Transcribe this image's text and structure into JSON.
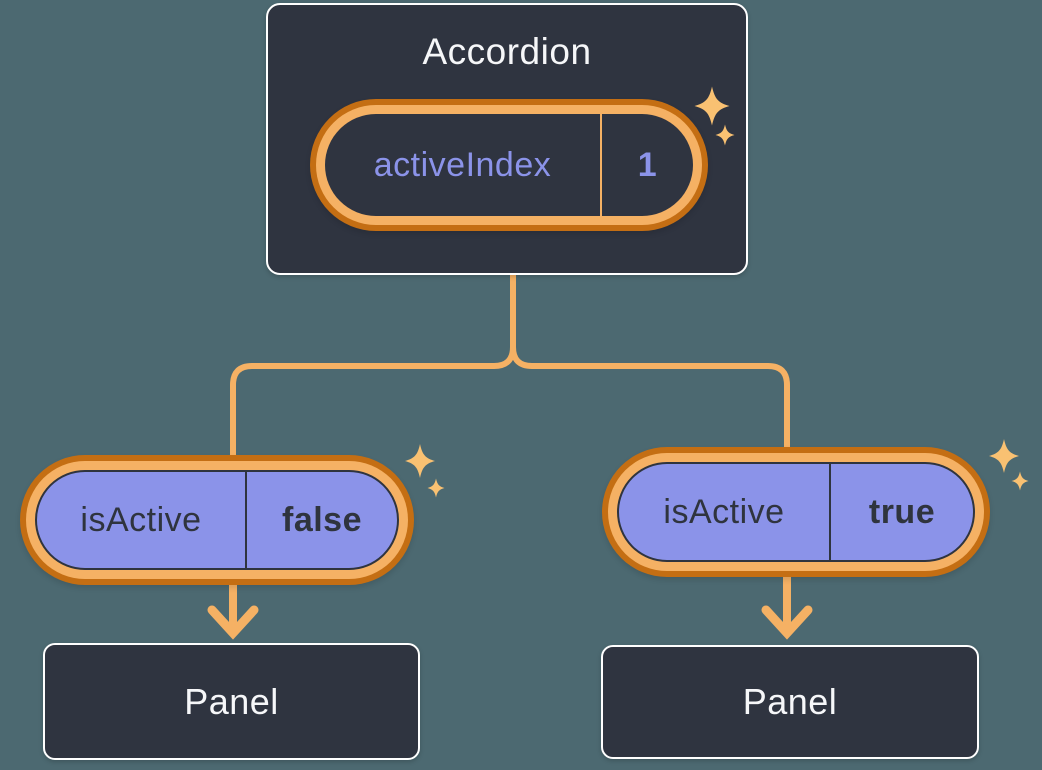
{
  "colors": {
    "background": "#4c6971",
    "card": "#2f3440",
    "card_border": "#ffffff",
    "text_light": "#f6f7f9",
    "purple": "#8b93e9",
    "text_dark": "#2f343e",
    "orange_light": "#f5b164",
    "orange_dark": "#c46e13",
    "sparkle": "#f9c172"
  },
  "icons": {
    "sparkle": "✦",
    "arrow_down": "↓"
  },
  "accordion": {
    "title": "Accordion",
    "state_pill": {
      "name": "activeIndex",
      "value": "1"
    }
  },
  "panels": [
    {
      "prop_pill": {
        "name": "isActive",
        "value": "false"
      },
      "label": "Panel"
    },
    {
      "prop_pill": {
        "name": "isActive",
        "value": "true"
      },
      "label": "Panel"
    }
  ],
  "structure": {
    "root": "Accordion",
    "edges": [
      {
        "from": "Accordion",
        "to": "isActive pill (false)",
        "style": "line"
      },
      {
        "from": "Accordion",
        "to": "isActive pill (true)",
        "style": "line"
      },
      {
        "from": "isActive pill (false)",
        "to": "Panel (left)",
        "style": "arrow"
      },
      {
        "from": "isActive pill (true)",
        "to": "Panel (right)",
        "style": "arrow"
      }
    ]
  }
}
